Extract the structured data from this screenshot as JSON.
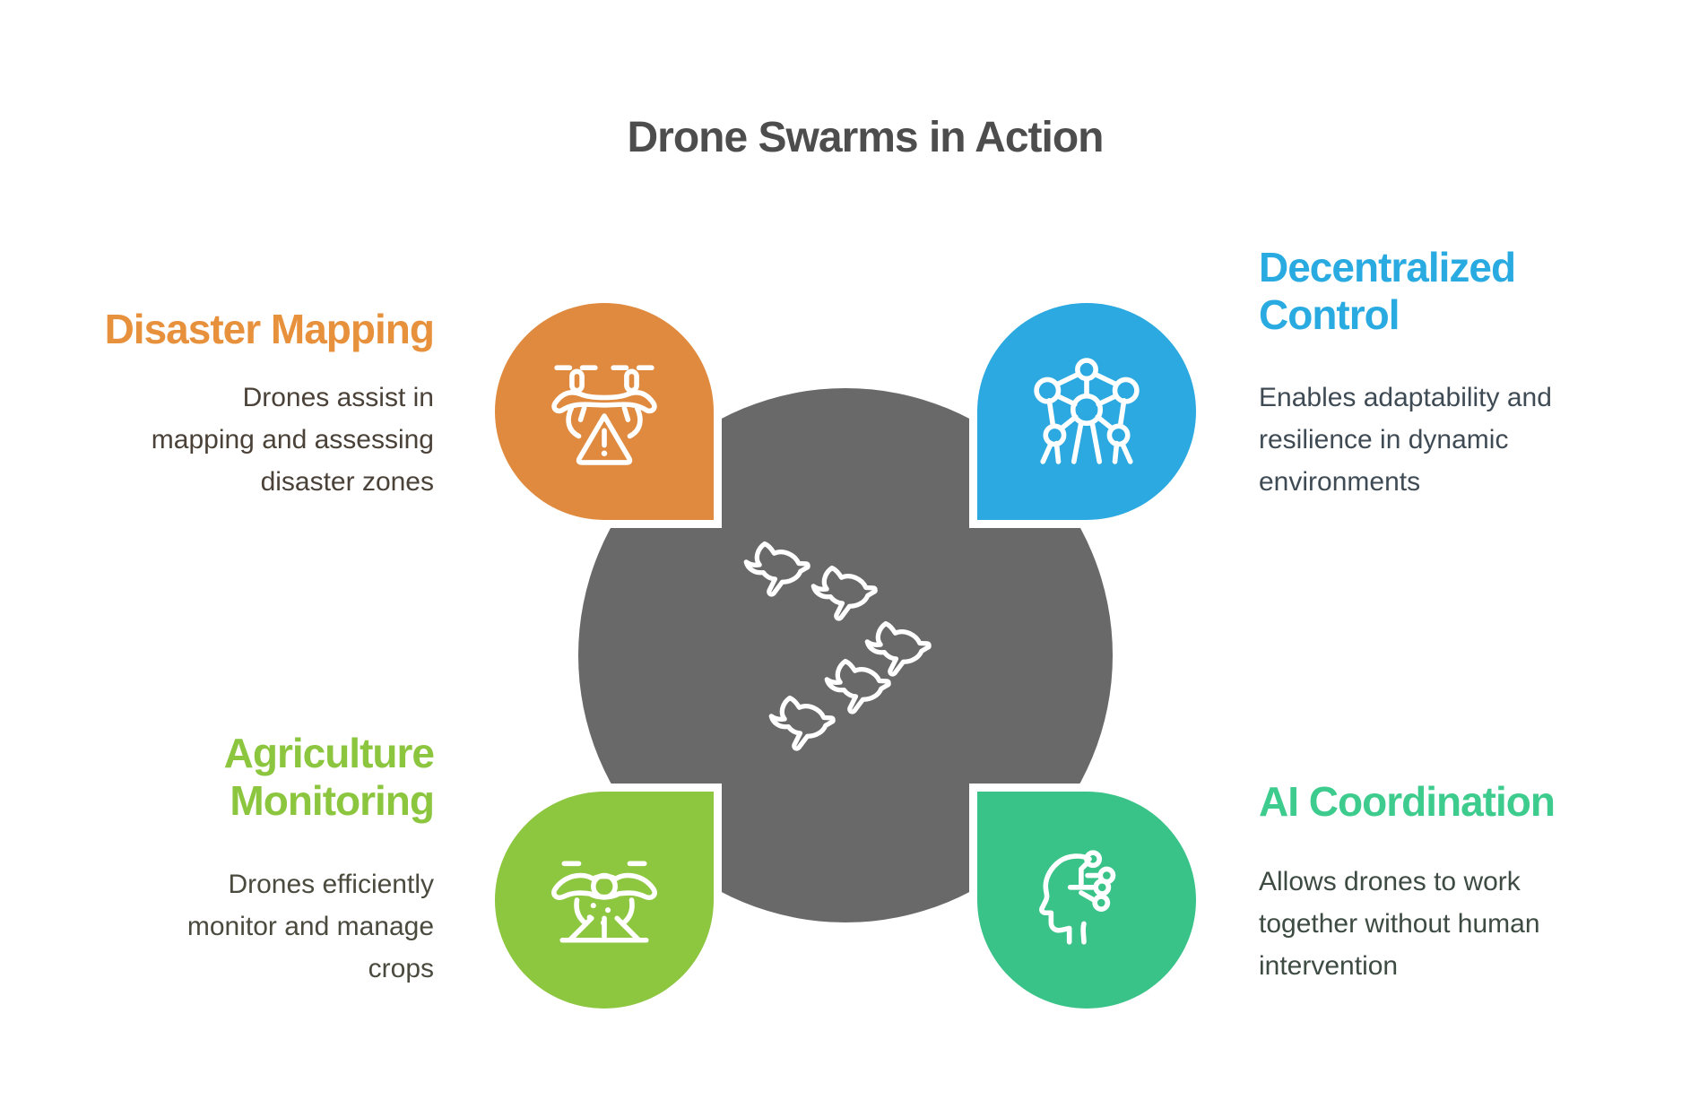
{
  "title": "Drone Swarms in Action",
  "colors": {
    "background": "#ffffff",
    "title_text": "#4d4d4d",
    "center_circle": "#696969",
    "orange_petal": "#df8a3e",
    "blue_petal": "#2ba9e0",
    "green_petal": "#8dc63f",
    "teal_petal": "#39c389",
    "orange_heading": "#e8913c",
    "blue_heading": "#29abe2",
    "green_heading": "#8cc63f",
    "teal_heading": "#3dcc8e",
    "icon_stroke": "#ffffff"
  },
  "center": {
    "icon": "dove-flock-icon",
    "bird_count": 5
  },
  "quadrants": [
    {
      "id": "disaster-mapping",
      "position": "top-left",
      "icon": "drone-warning-icon",
      "accent": "#e8913c",
      "heading_lines": [
        "Disaster Mapping"
      ],
      "body_lines": [
        "Drones assist in",
        "mapping and assessing",
        "disaster zones"
      ]
    },
    {
      "id": "decentralized-control",
      "position": "top-right",
      "icon": "molecule-network-icon",
      "accent": "#29abe2",
      "heading_lines": [
        "Decentralized",
        "Control"
      ],
      "body_lines": [
        "Enables adaptability and",
        "resilience in dynamic",
        "environments"
      ]
    },
    {
      "id": "agriculture-monitoring",
      "position": "bottom-left",
      "icon": "agriculture-drone-icon",
      "accent": "#8cc63f",
      "heading_lines": [
        "Agriculture",
        "Monitoring"
      ],
      "body_lines": [
        "Drones efficiently",
        "monitor and manage",
        "crops"
      ]
    },
    {
      "id": "ai-coordination",
      "position": "bottom-right",
      "icon": "ai-head-circuit-icon",
      "accent": "#3dcc8e",
      "heading_lines": [
        "AI Coordination"
      ],
      "body_lines": [
        "Allows drones to work",
        "together without human",
        "intervention"
      ]
    }
  ]
}
